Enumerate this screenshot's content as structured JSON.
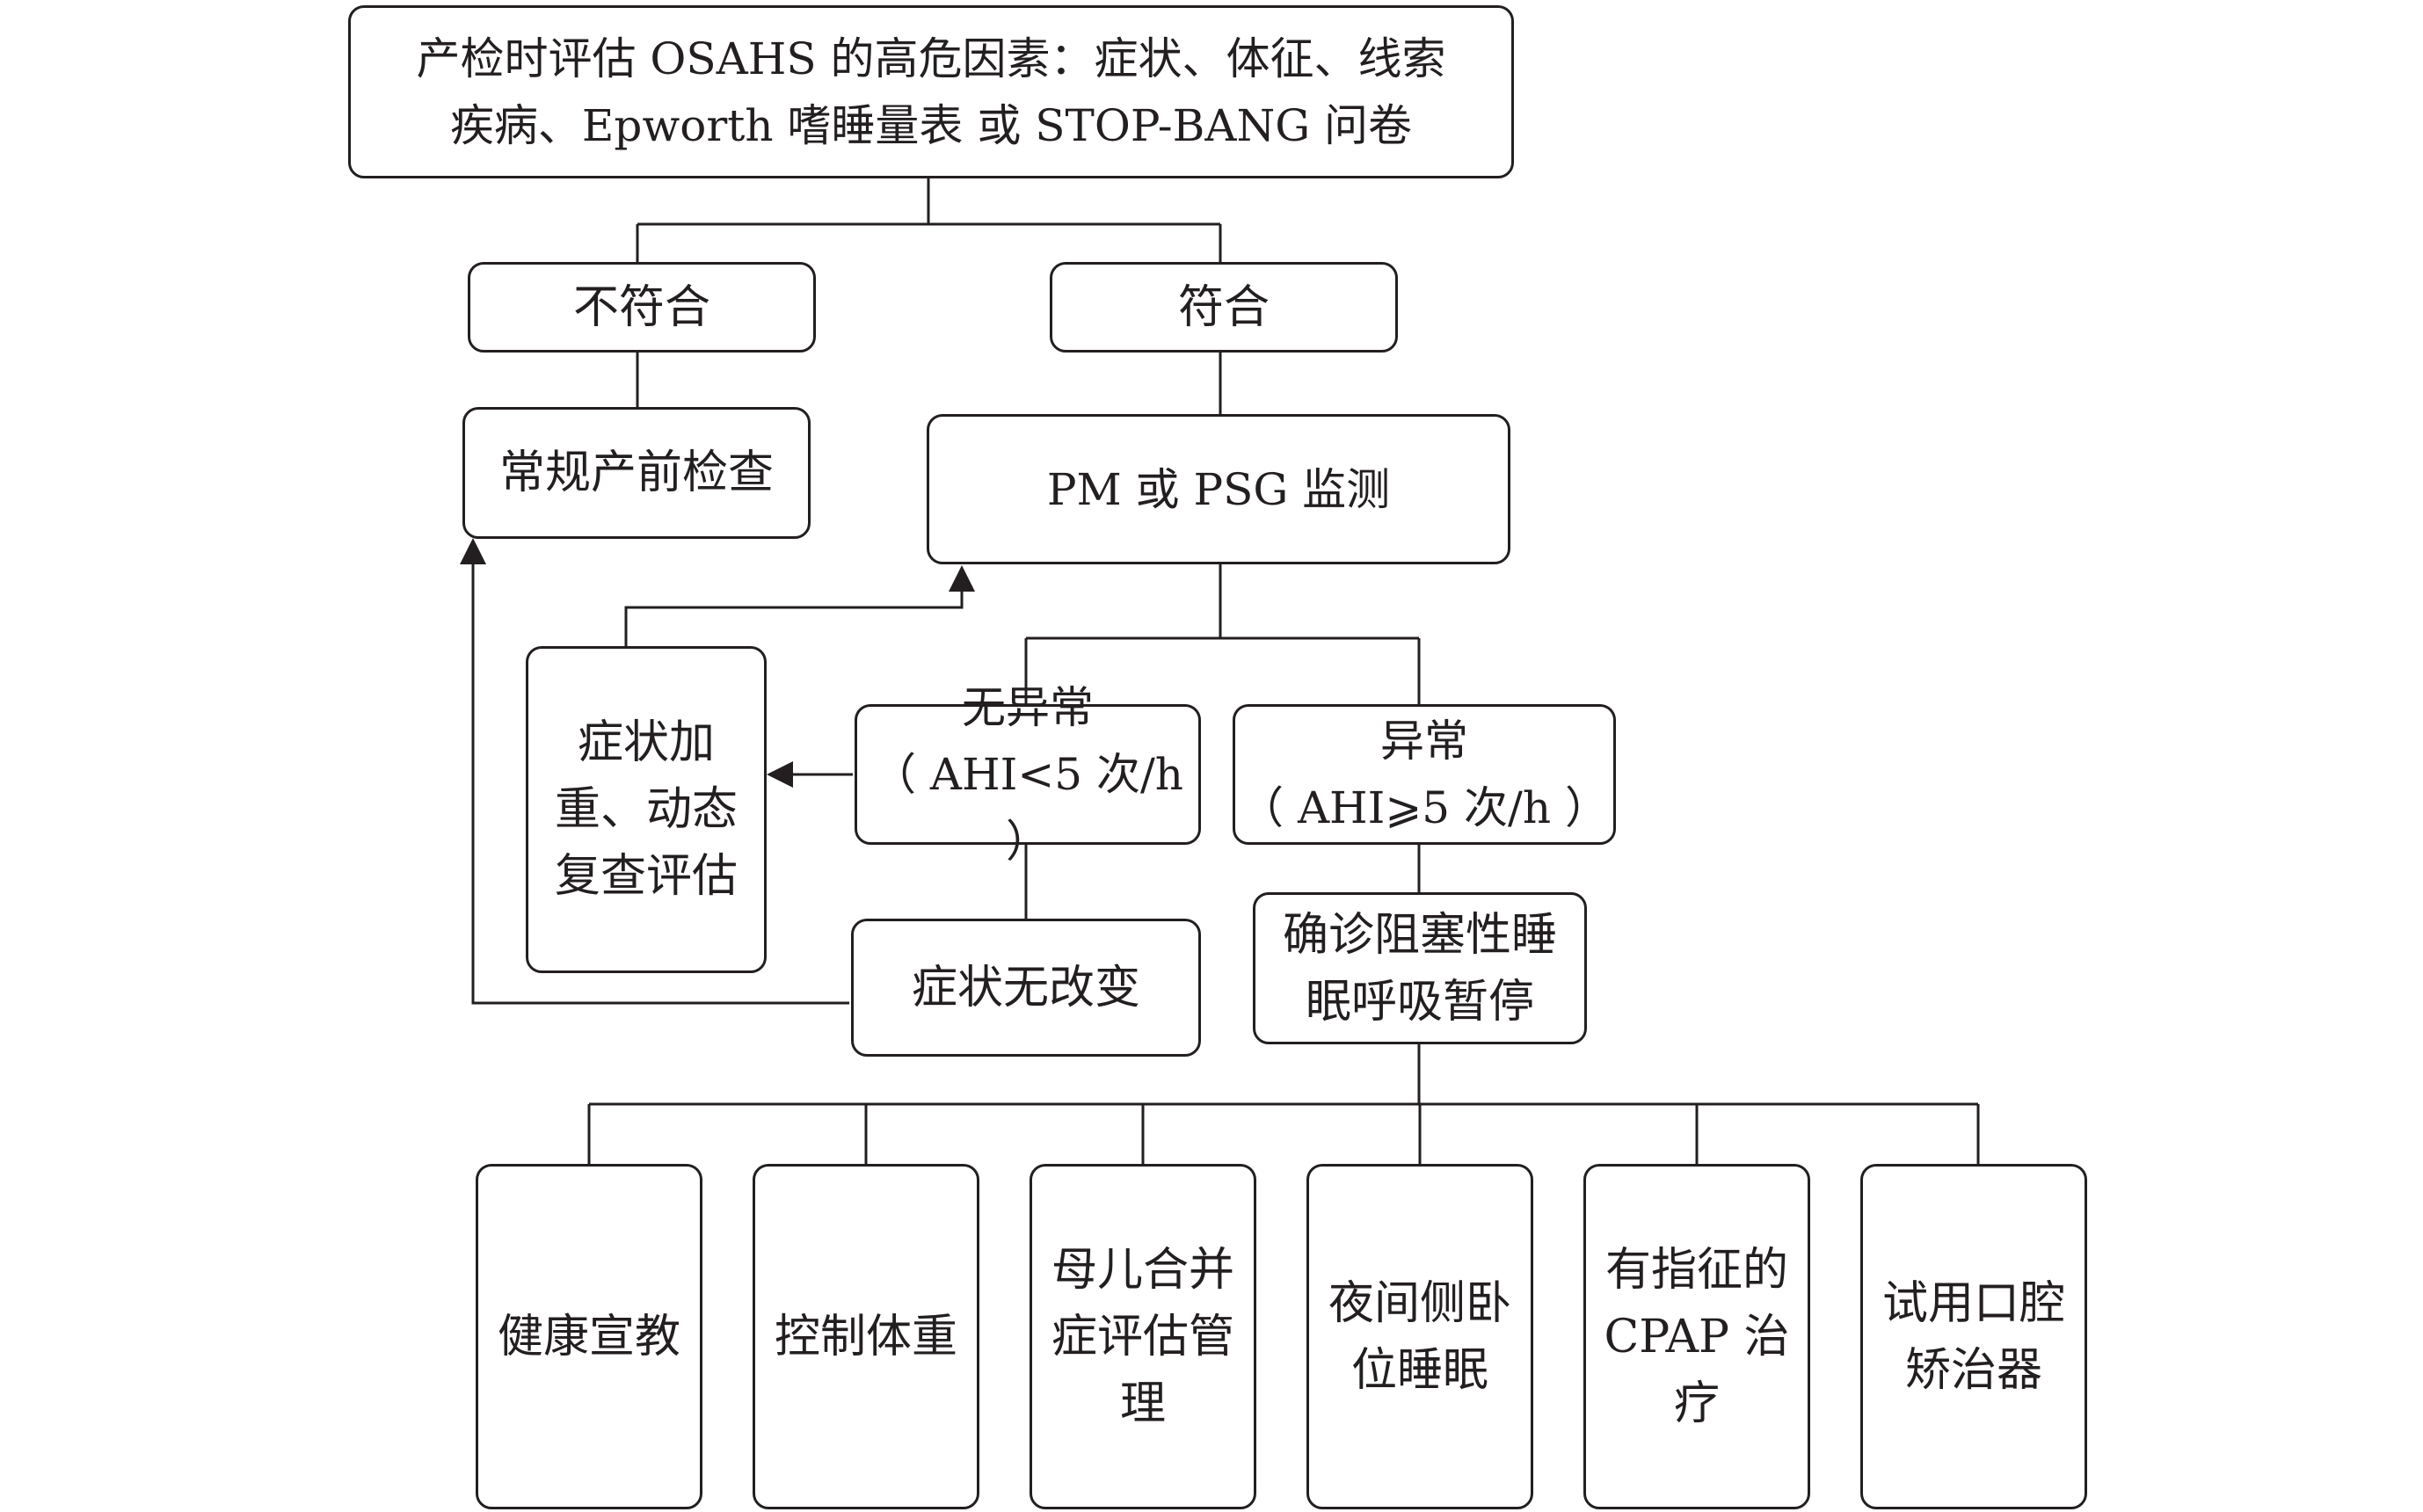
{
  "flowchart": {
    "top": {
      "line1": "产检时评估 OSAHS 的高危因素：症状、体征、线索",
      "line2": "疾病、Epworth 嗜睡量表 或 STOP-BANG 问卷"
    },
    "not_match": "不符合",
    "match": "符合",
    "routine": "常规产前检查",
    "pm_psg": "PM 或 PSG 监测",
    "worse": "症状加重、动态复查评估",
    "normal": {
      "line1": "无异常",
      "line2": "（ AHI<5 次/h ）"
    },
    "abnormal": {
      "line1": "异常",
      "line2": "（ AHI⩾5 次/h ）"
    },
    "unchanged": "症状无改变",
    "diagnosis": "确诊阻塞性睡眠呼吸暂停",
    "treatments": [
      "健康宣教",
      "控制体重",
      "母儿合并症评估管理",
      "夜间侧卧位睡眠",
      "有指征的 CPAP 治疗",
      "试用口腔矫治器"
    ]
  }
}
